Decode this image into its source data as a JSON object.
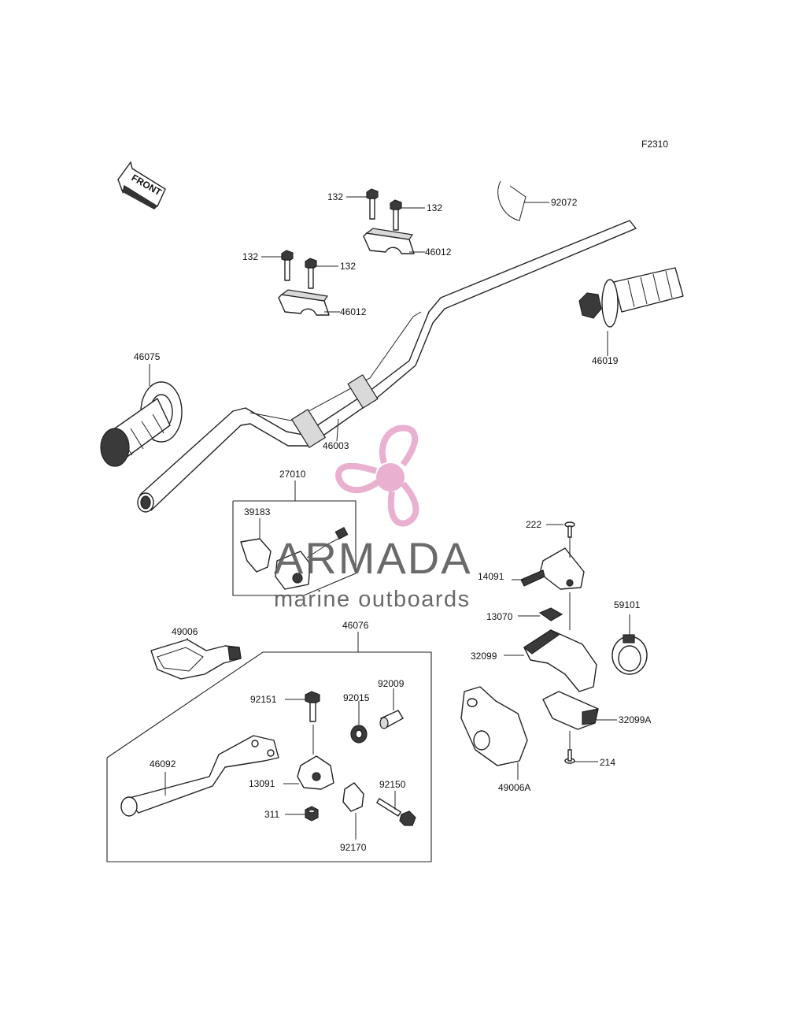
{
  "figure_code": "F2310",
  "front_label": "FRONT",
  "watermark": {
    "brand": "ARMADA",
    "tagline": "marine outboards",
    "brand_color": "#5a5a5a",
    "logo_color": "#e7a3c8"
  },
  "parts": {
    "p92072": "92072",
    "p132_a": "132",
    "p132_b": "132",
    "p46012_a": "46012",
    "p132_c": "132",
    "p132_d": "132",
    "p46012_b": "46012",
    "p46019": "46019",
    "p46075": "46075",
    "p46003": "46003",
    "p27010": "27010",
    "p39183": "39183",
    "p222": "222",
    "p14091": "14091",
    "p13070": "13070",
    "p59101": "59101",
    "p32099": "32099",
    "p32099A": "32099A",
    "p214": "214",
    "p49006A": "49006A",
    "p49006": "49006",
    "p46076": "46076",
    "p92151": "92151",
    "p92015": "92015",
    "p92009": "92009",
    "p46092": "46092",
    "p13091": "13091",
    "p92150": "92150",
    "p311": "311",
    "p92170": "92170"
  }
}
